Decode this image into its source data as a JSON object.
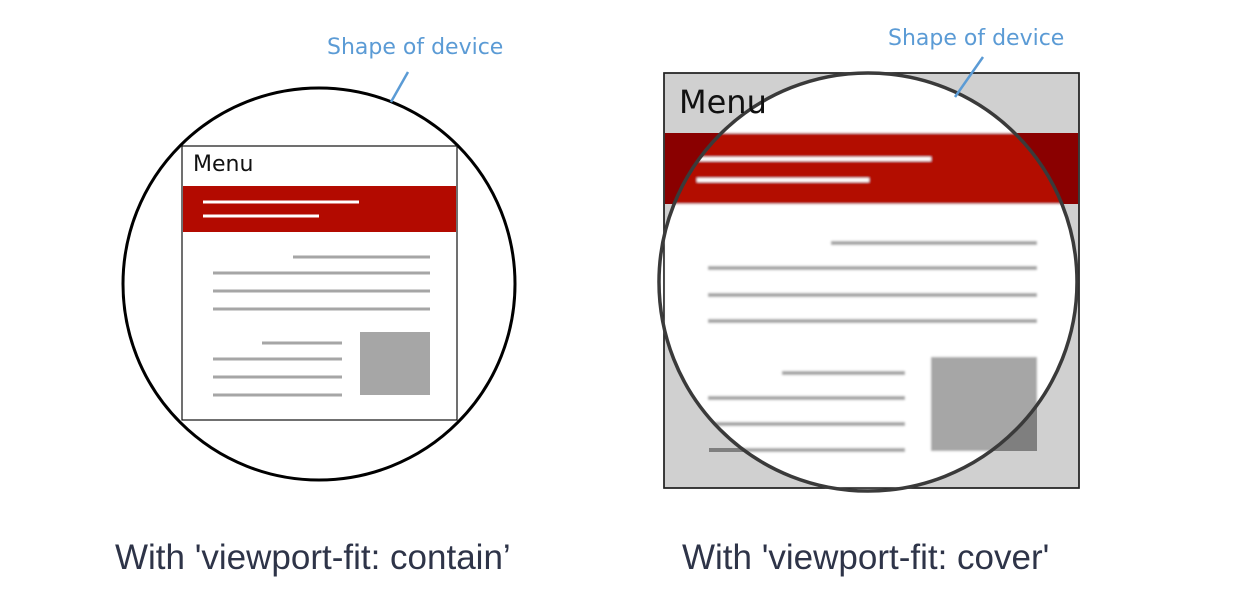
{
  "colors": {
    "annotation": "#5b9bd5",
    "caption": "#2e3448",
    "banner": "#b30a00",
    "banner_dark": "#8a0000",
    "placeholder_line": "#a6a6a6",
    "placeholder_block": "#a6a6a6",
    "cover_outside": "#d0d0d0"
  },
  "contain_panel": {
    "annotation": "Shape of device",
    "menu_label": "Menu",
    "caption": "With 'viewport-fit: contain’"
  },
  "cover_panel": {
    "annotation": "Shape of device",
    "menu_label": "Menu",
    "caption": "With 'viewport-fit: cover'"
  }
}
